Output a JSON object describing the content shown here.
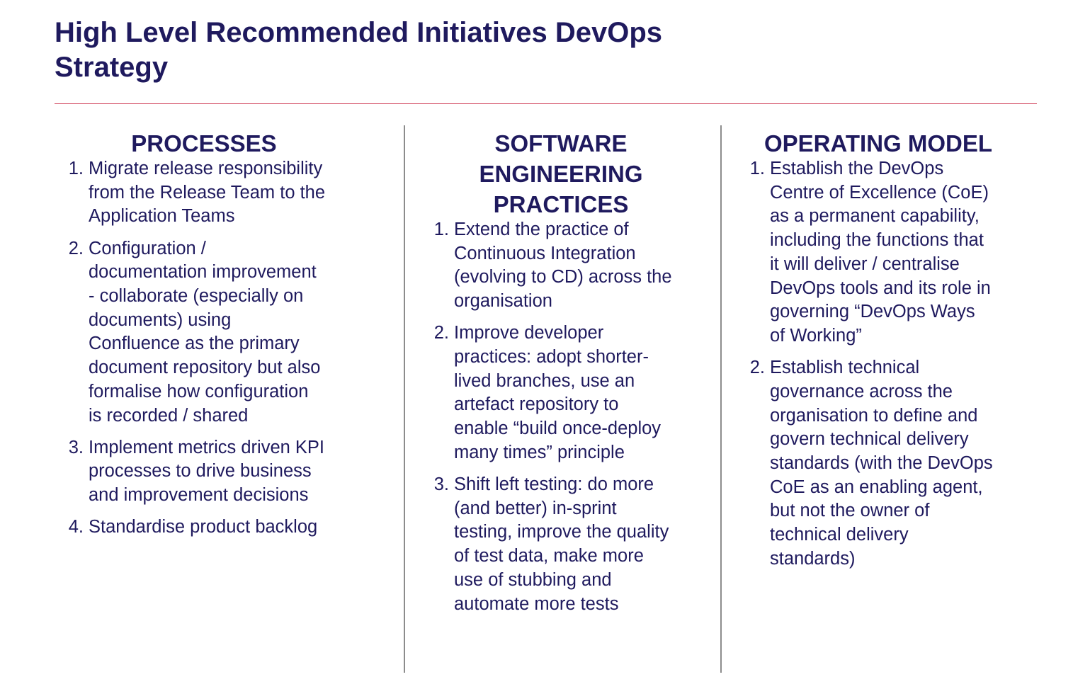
{
  "title_lines": [
    "High Level Recommended Initiatives DevOps",
    "Strategy"
  ],
  "colors": {
    "text": "#1f1a5e",
    "title_rule": "#d2475f",
    "divider": "#8c8c8c"
  },
  "columns": [
    {
      "heading_lines": [
        "PROCESSES"
      ],
      "items": [
        {
          "number": "1.",
          "lines": [
            "Migrate release responsibility",
            "from the Release Team to the",
            "Application Teams"
          ]
        },
        {
          "number": "2.",
          "lines": [
            "Configuration /",
            "documentation improvement",
            "- collaborate (especially on",
            "documents) using",
            "Confluence as the primary",
            "document repository but also",
            "formalise how configuration",
            "is recorded / shared"
          ]
        },
        {
          "number": "3.",
          "lines": [
            "Implement metrics driven KPI",
            "processes to drive business",
            "and improvement decisions"
          ]
        },
        {
          "number": "4.",
          "lines": [
            "Standardise product backlog"
          ]
        }
      ]
    },
    {
      "heading_lines": [
        "SOFTWARE",
        "ENGINEERING",
        "PRACTICES"
      ],
      "items": [
        {
          "number": "1.",
          "lines": [
            "Extend the practice of",
            "Continuous Integration",
            "(evolving to CD) across the",
            "organisation"
          ]
        },
        {
          "number": "2.",
          "lines": [
            "Improve developer",
            "practices:  adopt shorter-",
            "lived branches, use an",
            "artefact repository to",
            "enable “build once-deploy",
            "many times” principle"
          ]
        },
        {
          "number": "3.",
          "lines": [
            "Shift left testing:  do more",
            "(and better) in-sprint",
            "testing, improve the quality",
            "of test data, make more",
            "use of stubbing and",
            "automate more tests"
          ]
        }
      ]
    },
    {
      "heading_lines": [
        "OPERATING MODEL"
      ],
      "items": [
        {
          "number": "1.",
          "lines": [
            "Establish the DevOps",
            "Centre of Excellence (CoE)",
            "as a permanent capability,",
            "including the functions that",
            "it will deliver / centralise",
            "DevOps tools and its role in",
            "governing “DevOps Ways",
            "of Working”"
          ]
        },
        {
          "number": "2.",
          "lines": [
            "Establish technical",
            "governance across the",
            "organisation to define and",
            "govern technical delivery",
            "standards (with the DevOps",
            "CoE as an enabling agent,",
            "but not the owner of",
            "technical delivery",
            "standards)"
          ]
        }
      ]
    }
  ]
}
